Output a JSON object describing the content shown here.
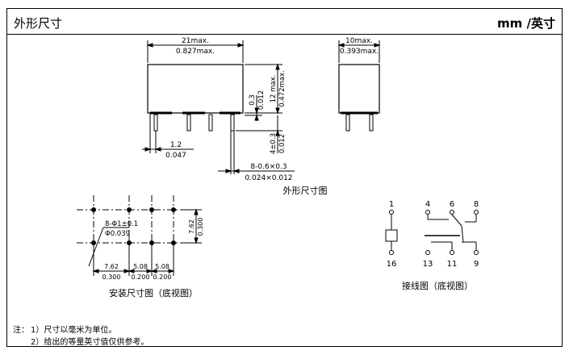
{
  "header": {
    "title": "外形尺寸",
    "unit": "mm /英寸"
  },
  "outline": {
    "width_mm": "21max.",
    "width_in": "0.827max.",
    "height_mm": "12 max.",
    "height_in": "0.472max.",
    "standoff_mm": "0.3",
    "standoff_in": "0.012",
    "pin_off_mm": "1.2",
    "pin_off_in": "0.047",
    "pin_len_mm": "4±0.3",
    "pin_len_in": "0.012",
    "pin_size_mm": "8-0.6×0.3",
    "pin_size_in": "0.024×0.012",
    "side_w_mm": "10max.",
    "side_w_in": "0.393max.",
    "caption": "外形尺寸图"
  },
  "mounting": {
    "hole_mm": "8-Φ1±0.1",
    "hole_in": "Φ0.039",
    "row_mm": "7.62",
    "row_in": "0.300",
    "d1_mm": "7.62",
    "d1_in": "0.300",
    "d2_mm": "5.08",
    "d2_in": "0.200",
    "d3_mm": "5.08",
    "d3_in": "0.200",
    "caption": "安装尺寸图（底视图）"
  },
  "wiring": {
    "pins": [
      "1",
      "4",
      "6",
      "8",
      "16",
      "13",
      "11",
      "9"
    ],
    "caption": "接线图（底视图）"
  },
  "notes": {
    "label": "注：",
    "n1": "1）尺寸以毫米为单位。",
    "n2": "2）给出的等量英寸值仅供参考。"
  }
}
